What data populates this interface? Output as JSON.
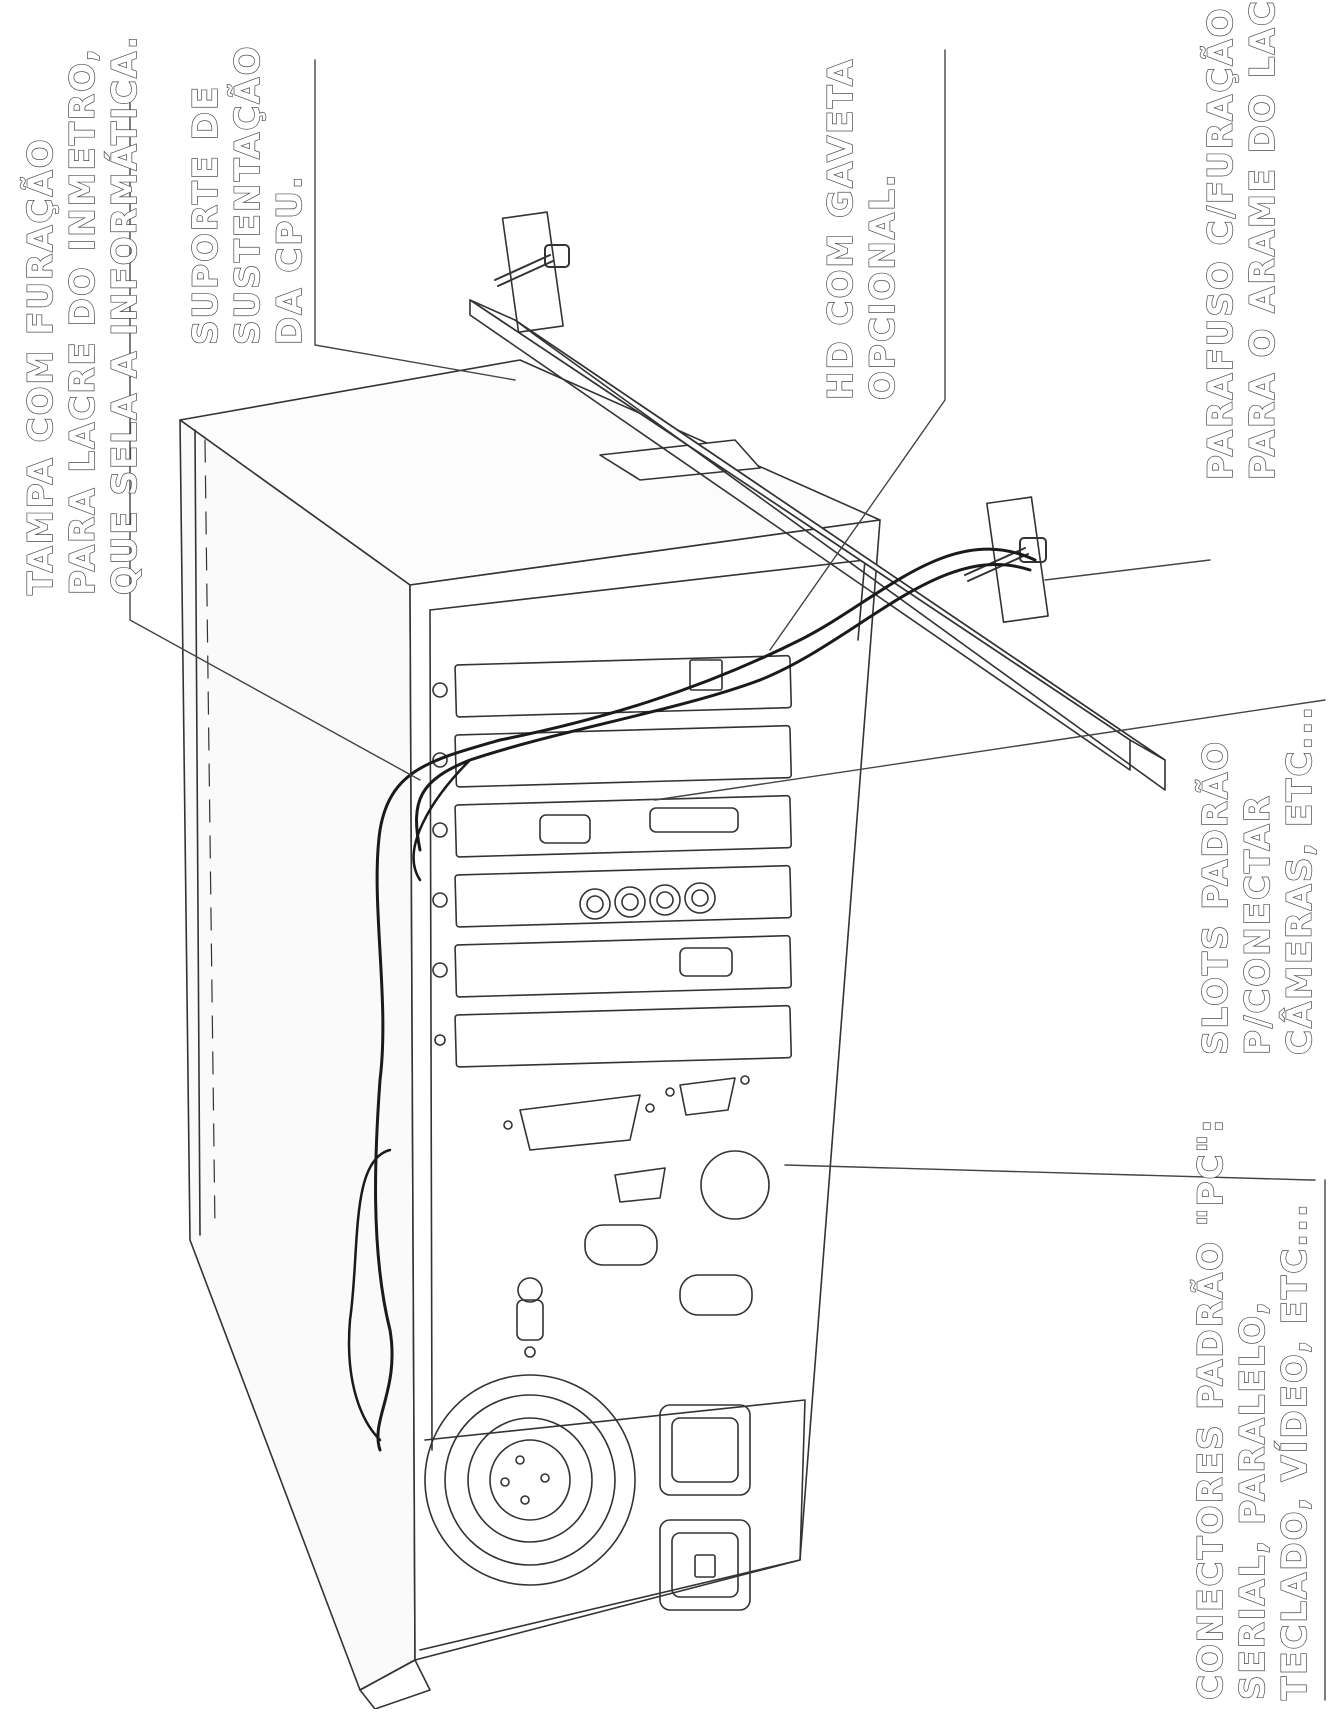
{
  "labels": {
    "tampa": [
      "TAMPA COM FURAÇÃO",
      "PARA LACRE DO INMETRO,",
      "QUE SELA A INFORMÁTICA."
    ],
    "suporte": [
      "SUPORTE DE",
      "SUSTENTAÇÃO",
      "DA CPU."
    ],
    "hd": [
      "HD COM GAVETA",
      "OPCIONAL."
    ],
    "parafuso": [
      "PARAFUSO C/FURAÇÃO",
      "PARA O ARAME DO LACRE"
    ],
    "slots": [
      "SLOTS PADRÃO",
      "P/CONECTAR",
      "CÂMERAS, ETC..."
    ],
    "conectores": [
      "CONECTORES PADRÃO \"PC\":",
      "SERIAL, PARALELO,",
      "TECLADO, VÍDEO, ETC..."
    ]
  }
}
